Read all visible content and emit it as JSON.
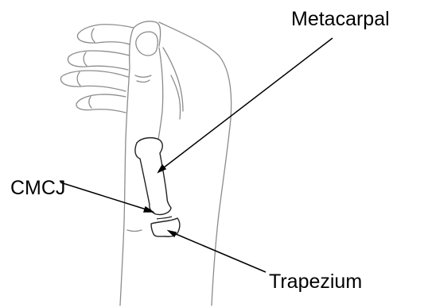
{
  "labels": {
    "metacarpal": "Metacarpal",
    "cmcj": "CMCJ",
    "trapezium": "Trapezium"
  },
  "colors": {
    "outline": "#8c8c8c",
    "bone": "#222222",
    "leader_line": "#000000",
    "text": "#000000"
  }
}
